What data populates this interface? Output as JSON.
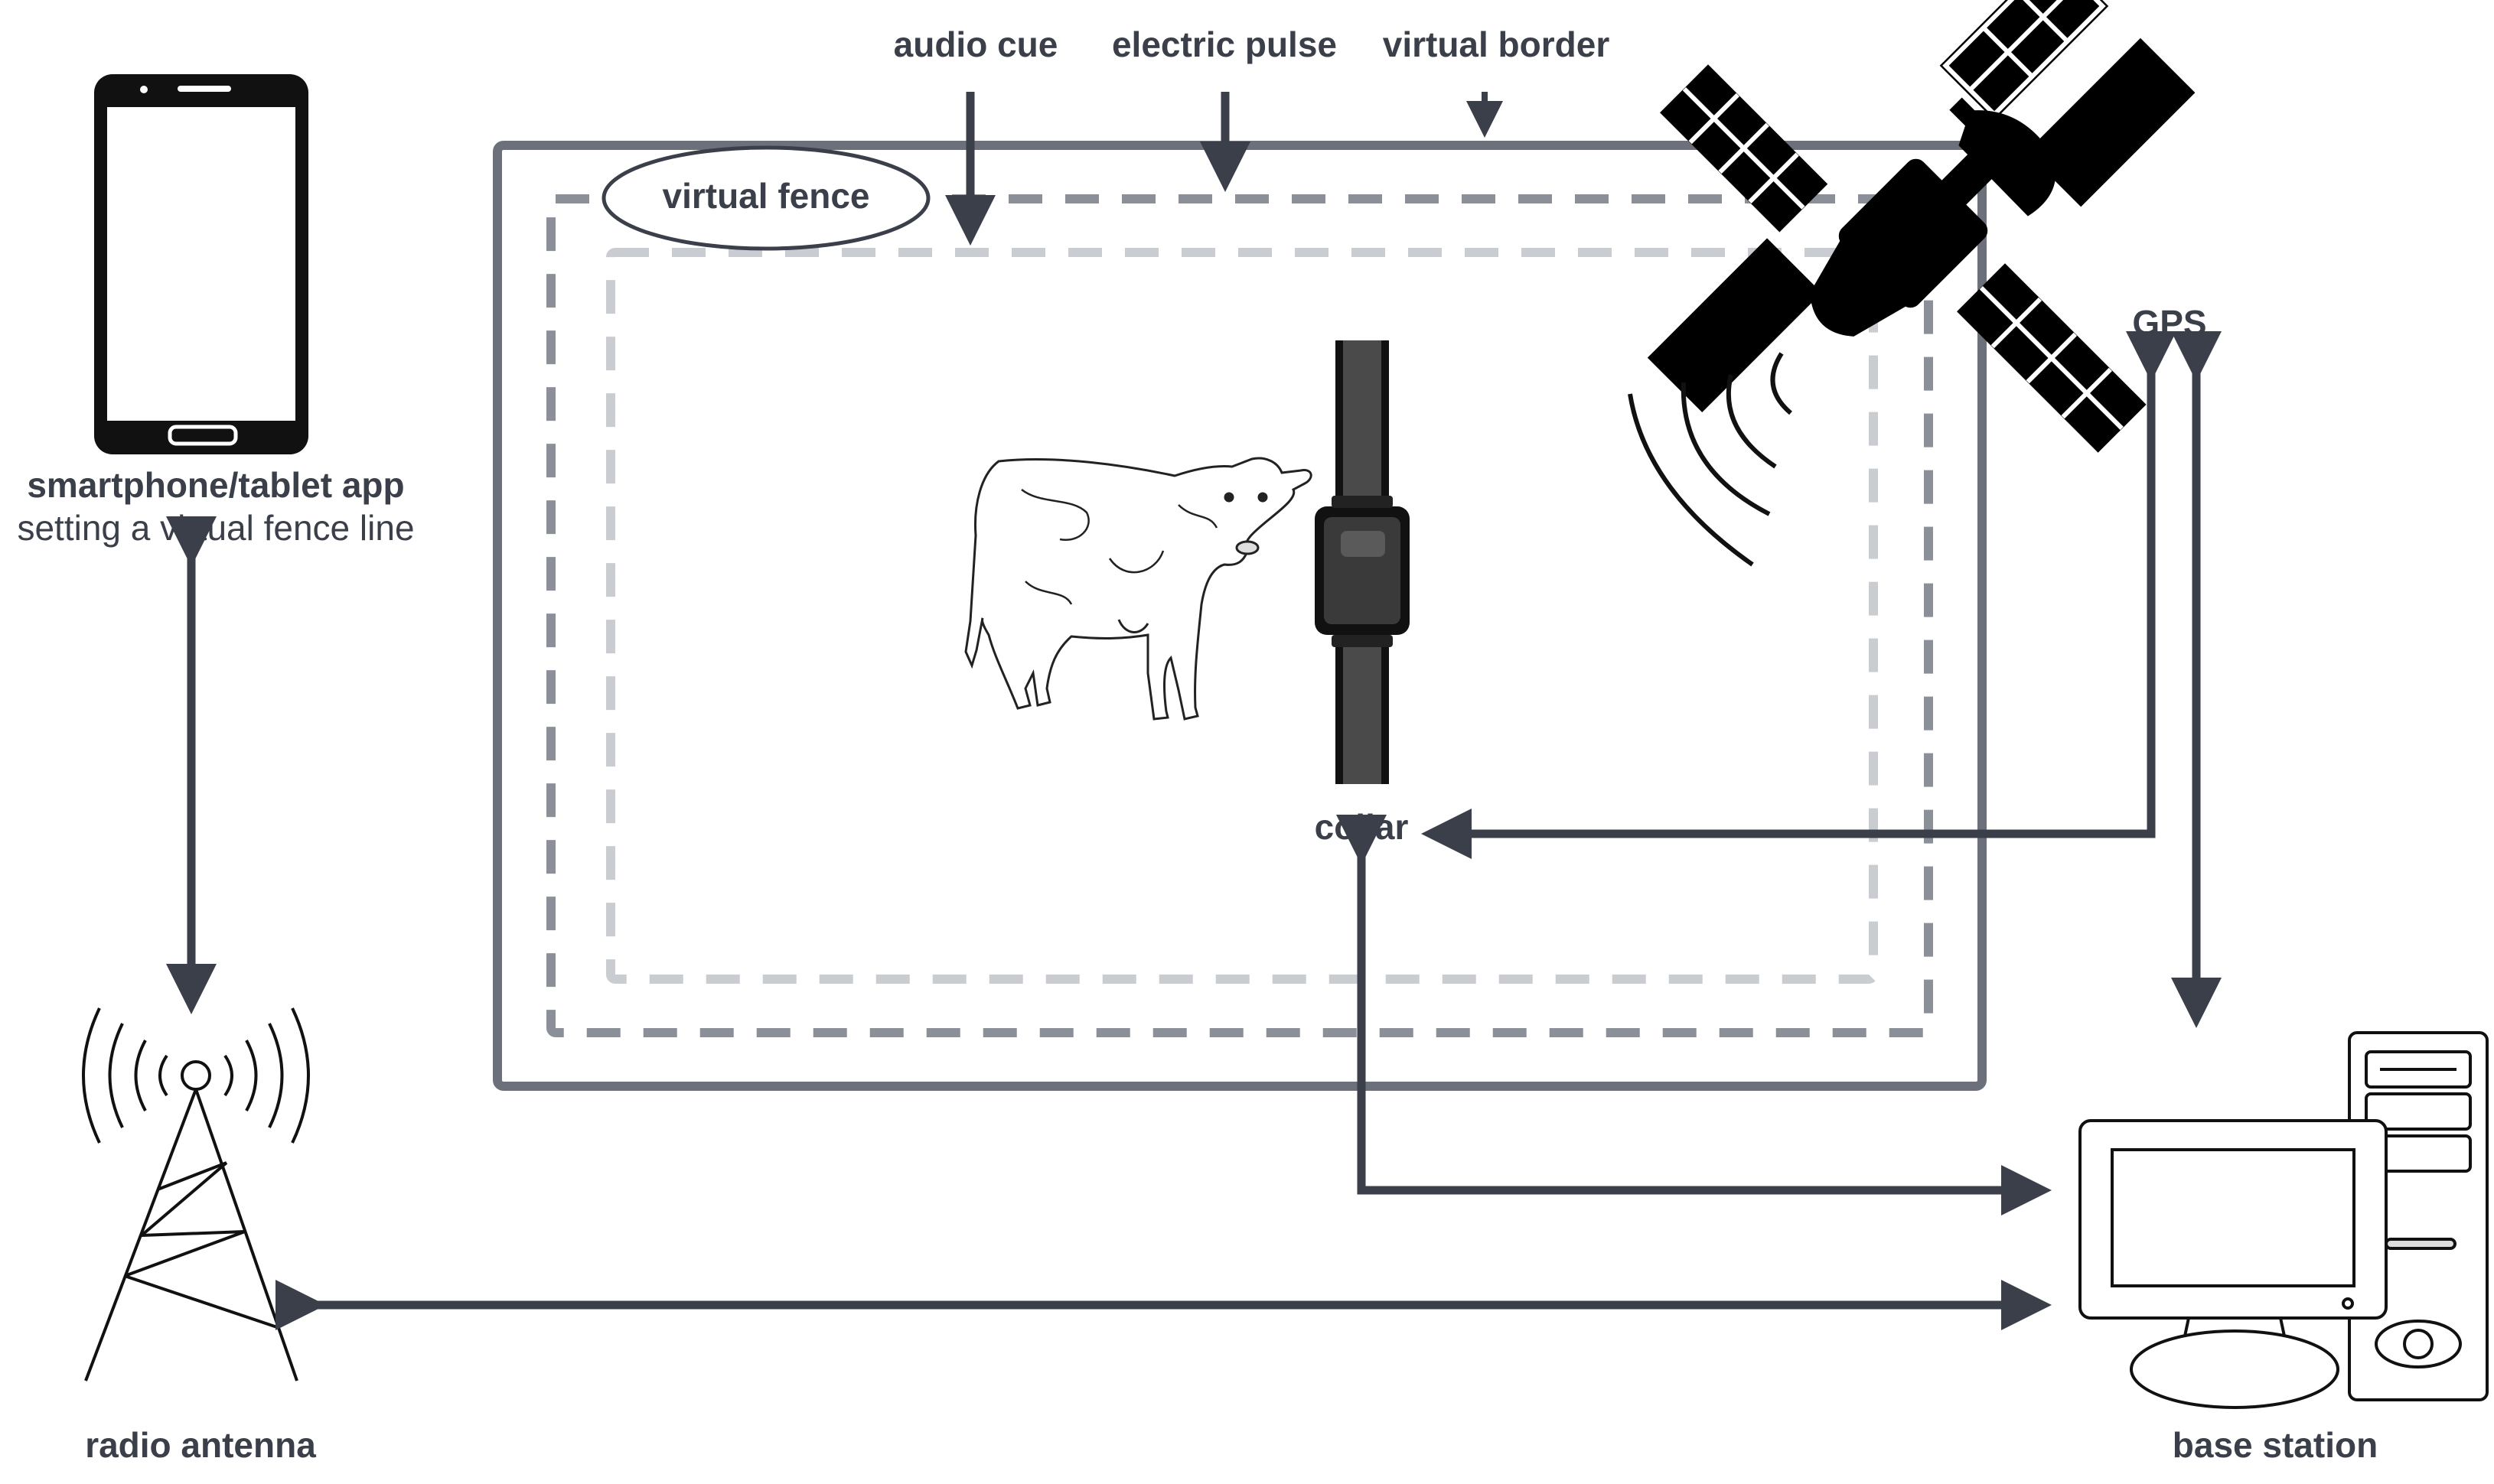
{
  "labels": {
    "audio_cue": "audio cue",
    "electric_pulse": "electric pulse",
    "virtual_border": "virtual border",
    "virtual_fence": "virtual fence",
    "gps": "GPS",
    "collar": "collar",
    "app_title": "smartphone/tablet app",
    "app_subtitle": "setting a virtual fence line",
    "radio_antenna": "radio antenna",
    "base_station": "base station"
  },
  "icons": [
    "smartphone-icon",
    "cow-icon",
    "collar-icon",
    "satellite-icon",
    "radio-tower-icon",
    "desktop-computer-icon"
  ],
  "colors": {
    "line": "#3a3f4a",
    "border": "#6b707a",
    "dash_mid": "#8a8f98",
    "dash_light": "#c9ccd1"
  }
}
